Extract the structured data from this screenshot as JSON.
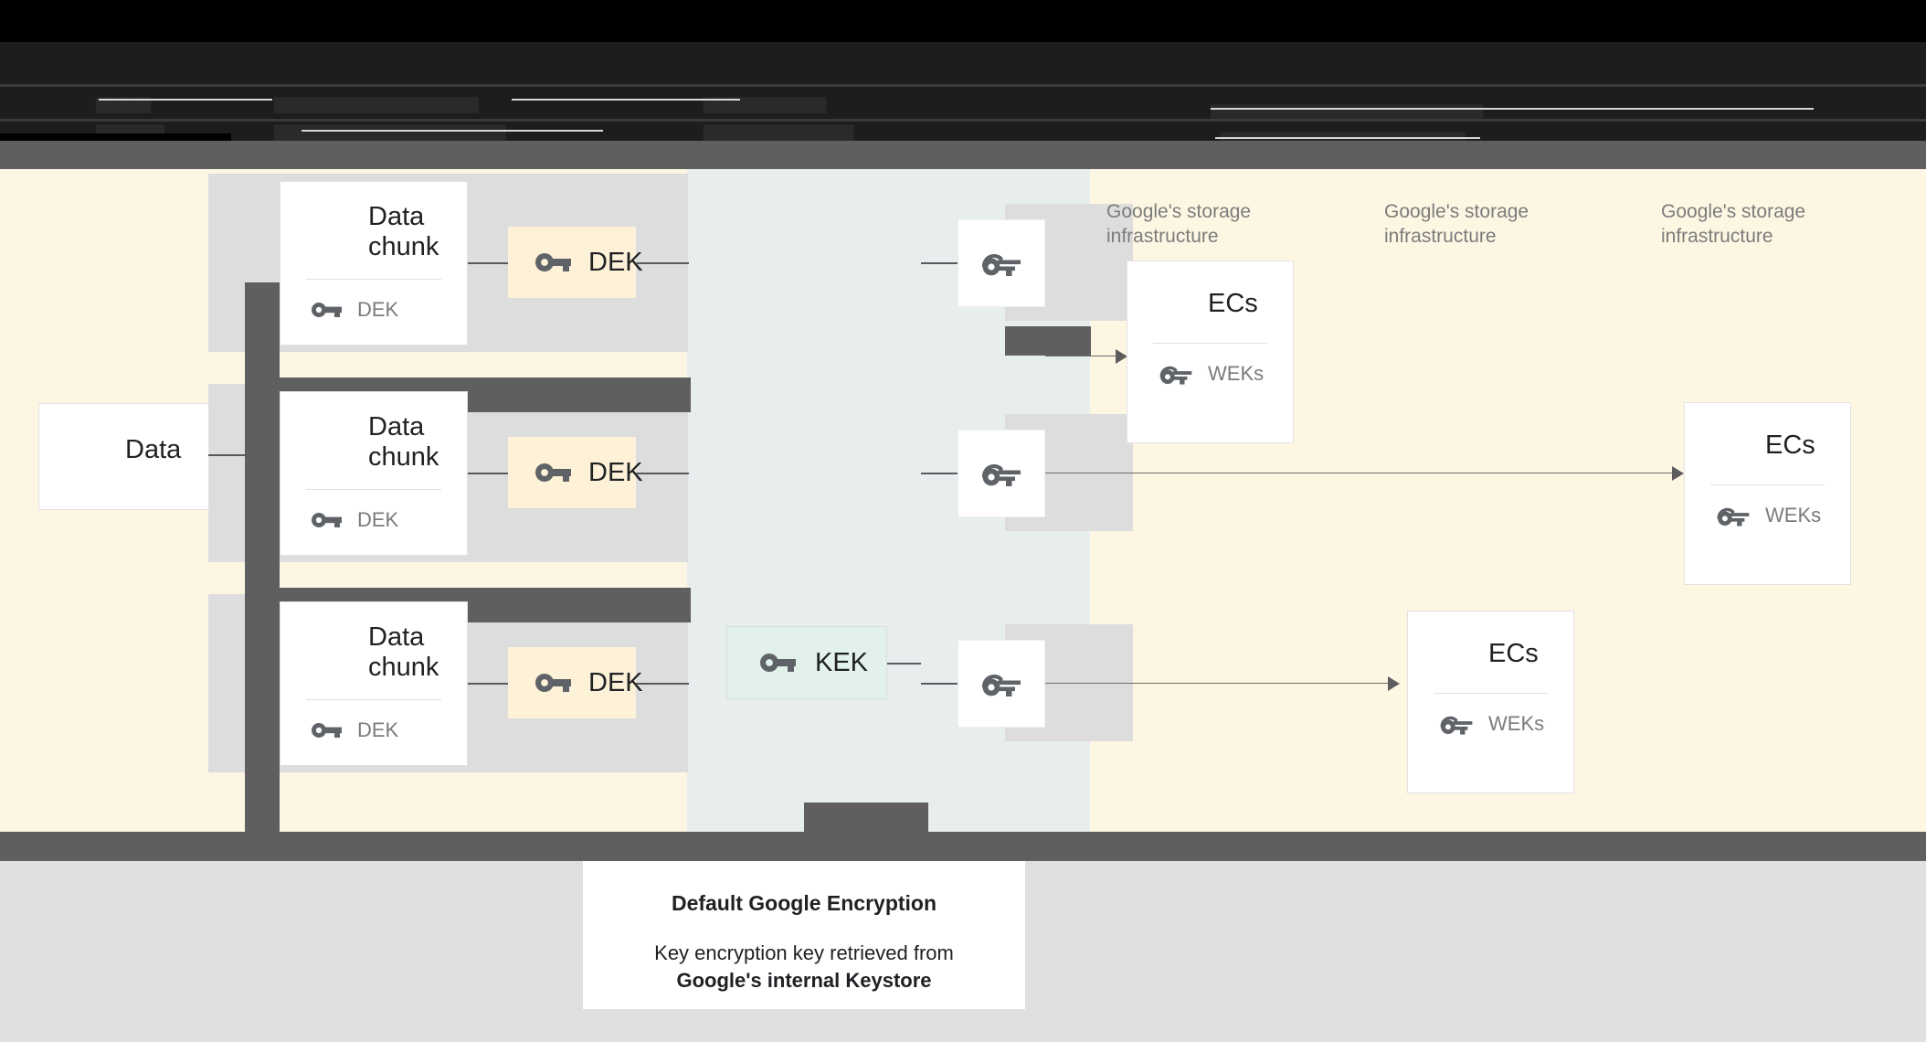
{
  "diagram": {
    "title_caption": {
      "title": "Default Google Encryption",
      "line1": "Key encryption key retrieved from",
      "line2": "Google's internal Keystore"
    },
    "source": {
      "label": "Data",
      "icon": "database-icon"
    },
    "chunks": [
      {
        "title_line1": "Data",
        "title_line2": "chunk",
        "key_label": "DEK",
        "icon": "database-icon",
        "key_icon": "key-icon"
      },
      {
        "title_line1": "Data",
        "title_line2": "chunk",
        "key_label": "DEK",
        "icon": "database-icon",
        "key_icon": "key-icon"
      },
      {
        "title_line1": "Data",
        "title_line2": "chunk",
        "key_label": "DEK",
        "icon": "database-icon",
        "key_icon": "key-icon"
      }
    ],
    "deks": [
      {
        "label": "DEK",
        "icon": "key-icon"
      },
      {
        "label": "DEK",
        "icon": "key-icon"
      },
      {
        "label": "DEK",
        "icon": "key-icon"
      }
    ],
    "kek": {
      "label": "KEK",
      "icon": "key-icon"
    },
    "weks": [
      {
        "icon": "wrapped-key-icon"
      },
      {
        "icon": "wrapped-key-icon"
      },
      {
        "icon": "wrapped-key-icon"
      }
    ],
    "storage_labels": [
      "Google's storage\ninfrastructure",
      "Google's storage\ninfrastructure",
      "Google's storage\ninfrastructure"
    ],
    "ec_cards": [
      {
        "title": "ECs",
        "key_label": "WEKs",
        "icon": "database-icon",
        "key_icon": "wrapped-key-icon"
      },
      {
        "title": "ECs",
        "key_label": "WEKs",
        "icon": "database-icon",
        "key_icon": "wrapped-key-icon"
      },
      {
        "title": "ECs",
        "key_label": "WEKs",
        "icon": "database-icon",
        "key_icon": "wrapped-key-icon"
      }
    ],
    "colors": {
      "canvas_cream": "#fdf6e3",
      "panel_gray_blue": "#e8edee",
      "strip_gray": "#dddddd",
      "dek_yellow": "#fdf2d8",
      "kek_green": "#e2f1ea",
      "bracket_dark": "#5f5f5f",
      "bottom_gray": "#e0e0e0"
    }
  },
  "chrome": {
    "obscured_text_rows": [
      "———  ▃▃▃▃  ▁▁▁▁▁▁   ▃▃▃▃▃▃▃",
      "——  ▃▃▃▃▃  ▁▁▁▁▁▁▁▁  ▃▃▃▃",
      "▃▃▃   ▁▁▁▁▁▁  ▃▃▃▃▃▃▃▃"
    ]
  }
}
